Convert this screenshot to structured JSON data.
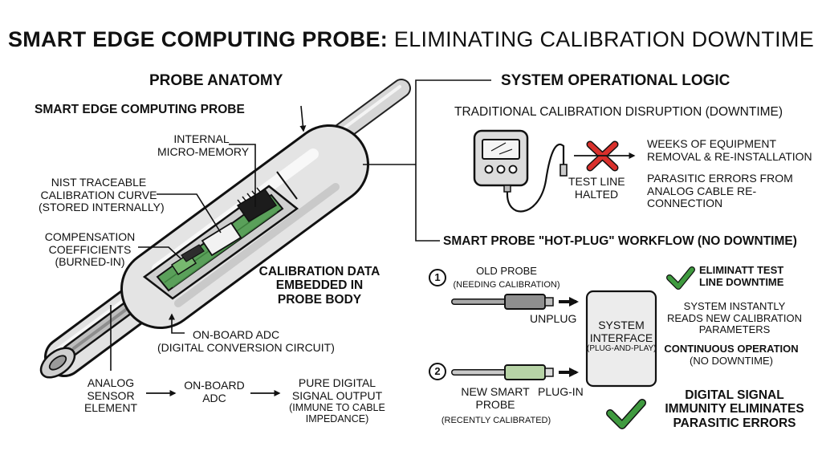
{
  "title": {
    "bold": "SMART EDGE COMPUTING PROBE:",
    "light": "ELIMINATING CALIBRATION DOWNTIME"
  },
  "anatomy": {
    "heading": "PROBE ANATOMY",
    "probe_label": "SMART EDGE COMPUTING PROBE",
    "micro_memory": [
      "INTERNAL",
      "MICRO-MEMORY"
    ],
    "nist_curve": [
      "NIST TRACEABLE",
      "CALIBRATION CURVE",
      "(STORED INTERNALLY)"
    ],
    "coefficients": [
      "COMPENSATION",
      "COEFFICIENTS",
      "(BURNED-IN)"
    ],
    "embedded": [
      "CALIBRATION DATA",
      "EMBEDDED IN",
      "PROBE BODY"
    ],
    "adc": [
      "ON-BOARD ADC",
      "(DIGITAL CONVERSION CIRCUIT)"
    ],
    "flow": {
      "sensor": [
        "ANALOG",
        "SENSOR",
        "ELEMENT"
      ],
      "adc": [
        "ON-BOARD",
        "ADC"
      ],
      "output": [
        "PURE DIGITAL",
        "SIGNAL OUTPUT",
        "(IMMUNE TO CABLE",
        "IMPEDANCE)"
      ]
    }
  },
  "logic": {
    "heading": "SYSTEM OPERATIONAL LOGIC",
    "traditional": {
      "heading": "TRADITIONAL CALIBRATION DISRUPTION (DOWNTIME)",
      "halted": [
        "TEST LINE",
        "HALTED"
      ],
      "weeks": [
        "WEEKS OF EQUIPMENT",
        "REMOVAL & RE-INSTALLATION"
      ],
      "parasitic": [
        "PARASITIC ERRORS FROM",
        "ANALOG CABLE RE-",
        "CONNECTION"
      ]
    },
    "hotplug": {
      "heading": "SMART PROBE \"HOT-PLUG\" WORKFLOW (NO DOWNTIME)",
      "step1": "1",
      "step2": "2",
      "old_probe": "OLD PROBE",
      "old_probe_sub": "(NEEDING CALIBRATION)",
      "unplug": "UNPLUG",
      "new_probe": [
        "NEW SMART",
        "PROBE"
      ],
      "new_probe_sub": "(RECENTLY CALIBRATED)",
      "plugin": "PLUG-IN",
      "interface": [
        "SYSTEM",
        "INTERFACE"
      ],
      "interface_sub": "(PLUG-AND-PLAY)",
      "eliminate": [
        "ELIMINATT TEST",
        "LINE DOWNTIME"
      ],
      "instant": [
        "SYSTEM INSTANTLY",
        "READS NEW CALIBRATION",
        "PARAMETERS"
      ],
      "continuous": [
        "CONTINUOUS OPERATION"
      ],
      "continuous_sub": "(NO DOWNTIME)",
      "immunity": [
        "DIGITAL SIGNAL",
        "IMMUNITY ELIMINATES",
        "PARASITIC ERRORS"
      ]
    }
  },
  "colors": {
    "ink": "#111111",
    "probe_body": "#e6e6e6",
    "pcb_green": "#5aa05a",
    "cross_red": "#d9302c",
    "check_green": "#3f9a3f",
    "interface_fill": "#ececec"
  }
}
